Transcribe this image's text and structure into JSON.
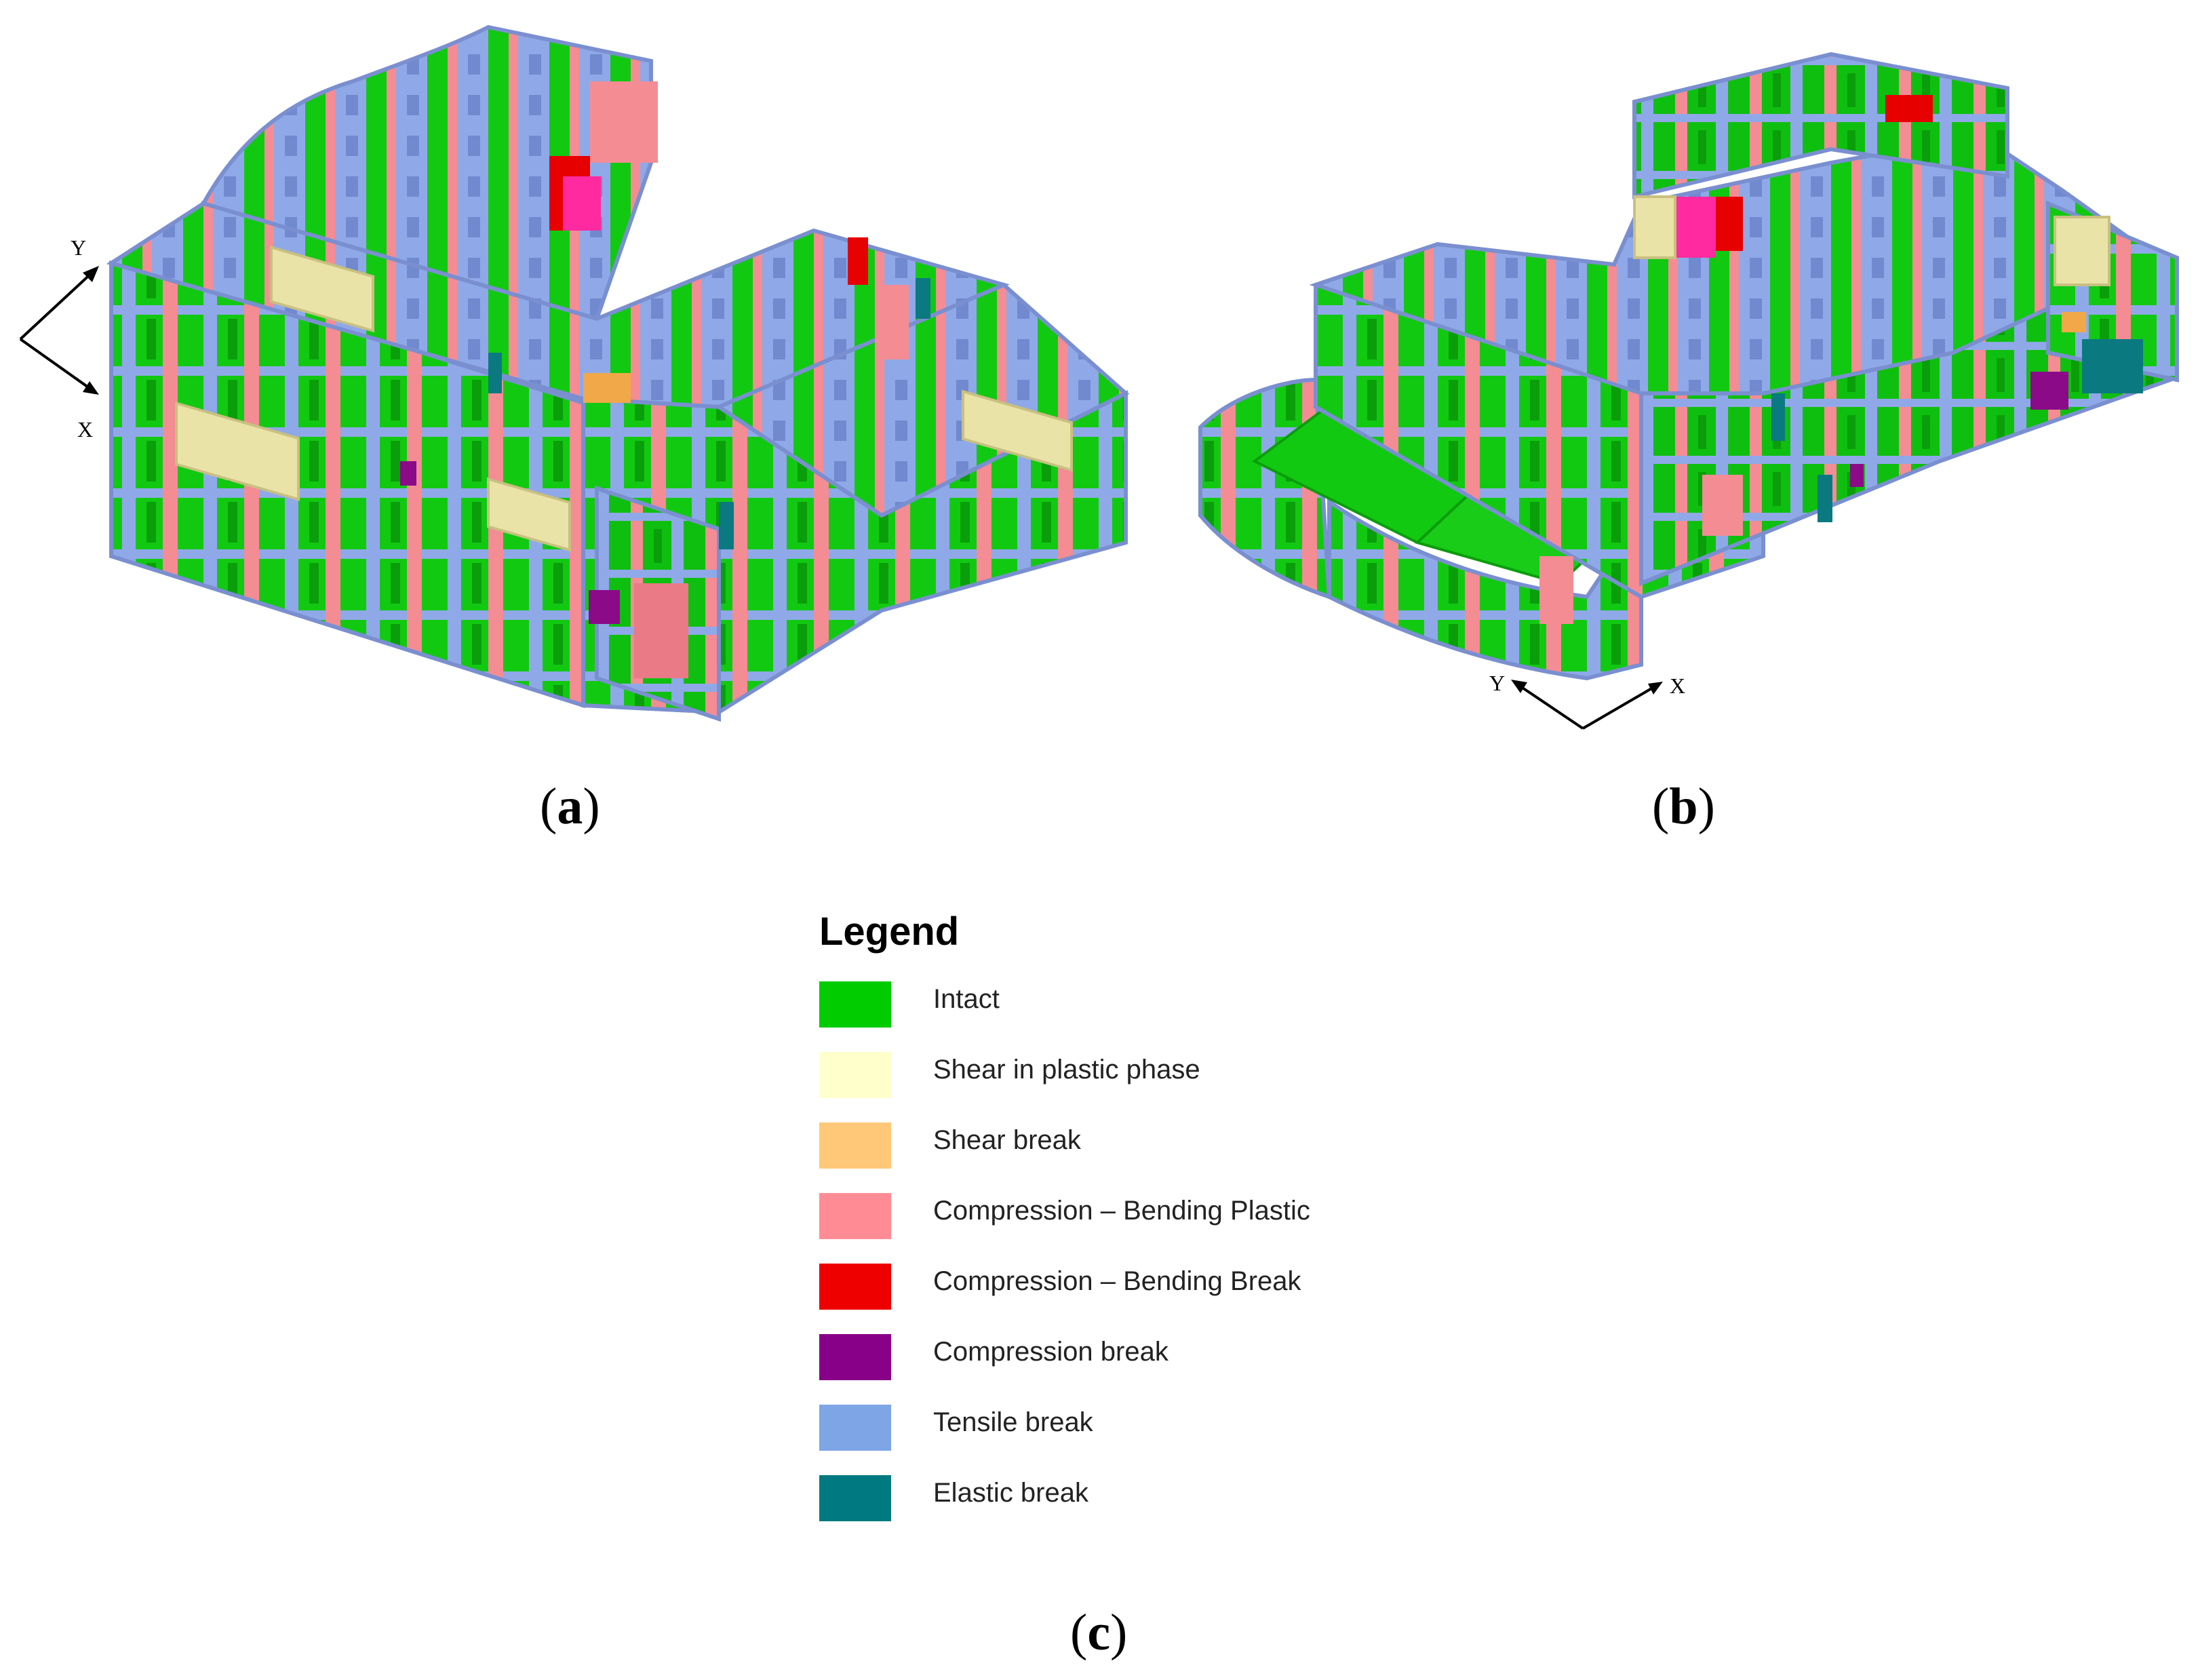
{
  "panels": {
    "a": "a",
    "b": "b",
    "c": "c"
  },
  "axes_a": {
    "y": "Y",
    "x": "X"
  },
  "axes_b": {
    "y": "Y",
    "x": "X"
  },
  "legend": {
    "title": "Legend",
    "items": [
      {
        "label": "Intact",
        "color": "#00cc00"
      },
      {
        "label": "Shear in plastic phase",
        "color": "#ffffcc"
      },
      {
        "label": "Shear break",
        "color": "#ffc878"
      },
      {
        "label": "Compression – Bending Plastic",
        "color": "#ff8c94"
      },
      {
        "label": "Compression – Bending Break",
        "color": "#ee0000"
      },
      {
        "label": "Compression break",
        "color": "#880088"
      },
      {
        "label": "Tensile break",
        "color": "#7ea6e6"
      },
      {
        "label": "Elastic break",
        "color": "#007a80"
      }
    ]
  },
  "colors": {
    "intact": "#12c912",
    "intact_dark": "#0a9e0a",
    "tensile": "#8fa9e8",
    "tensile_dark": "#7089cf",
    "comp_plastic": "#f48c94",
    "comp_break": "#e60000",
    "shear_plastic": "#e9e3a8",
    "shear_break": "#f0a848",
    "comp_only_break": "#8a0a88",
    "elastic": "#0a7a80",
    "magenta": "#ff2aa0"
  }
}
